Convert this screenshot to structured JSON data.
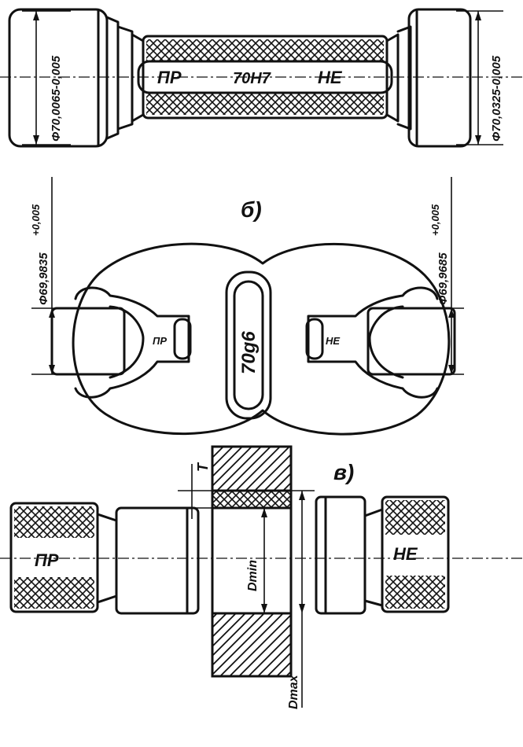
{
  "figure_a": {
    "left_diameter": "Φ70,0065-0,005",
    "right_diameter": "Φ70,0325-0,005",
    "go_mark": "ПР",
    "size_mark": "70Н7",
    "nogo_mark": "НЕ"
  },
  "figure_b": {
    "label": "б)",
    "left_diameter": "Φ69,9835",
    "left_tolerance": "+0,005",
    "right_diameter": "Φ69,9685",
    "right_tolerance": "+0,005",
    "size_mark": "70g6",
    "go_mark": "ПР",
    "nogo_mark": "НЕ"
  },
  "figure_c": {
    "label": "в)",
    "go_mark": "ПР",
    "nogo_mark": "НЕ",
    "tolerance_label": "T",
    "dmin_label": "Dmin",
    "dmax_label": "Dmax"
  }
}
